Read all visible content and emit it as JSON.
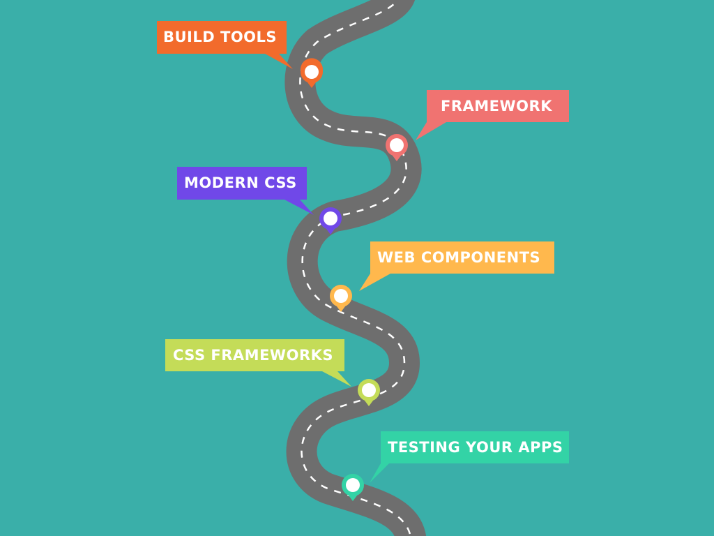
{
  "background_color": "#3aafa9",
  "road": {
    "asphalt_color": "#6e6e6e",
    "lane_marking_color": "#ffffff",
    "lane_marking_style": "dashed"
  },
  "milestones": [
    {
      "label": "BUILD TOOLS",
      "color": "#f26b2c",
      "icon": "map-pin-icon"
    },
    {
      "label": "FRAMEWORK",
      "color": "#f07371",
      "icon": "map-pin-icon"
    },
    {
      "label": "MODERN CSS",
      "color": "#7048e8",
      "icon": "map-pin-icon"
    },
    {
      "label": "WEB COMPONENTS",
      "color": "#ffb84d",
      "icon": "map-pin-icon"
    },
    {
      "label": "CSS FRAMEWORKS",
      "color": "#c4dc58",
      "icon": "map-pin-icon"
    },
    {
      "label": "TESTING YOUR APPS",
      "color": "#33d3a6",
      "icon": "map-pin-icon"
    }
  ]
}
